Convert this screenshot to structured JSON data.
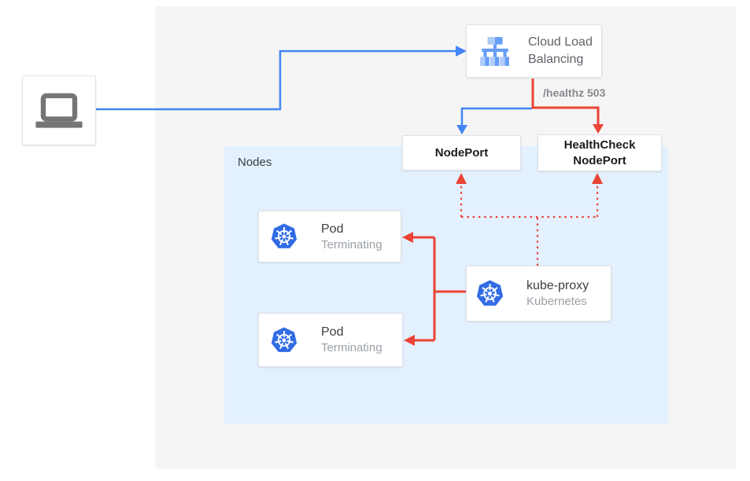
{
  "colors": {
    "traffic_blue": "#4285f4",
    "health_red": "#ea4335",
    "nodes_panel_bg": "#e3f0fd",
    "outer_panel_bg": "#f5f5f5",
    "kubernetes_blue": "#326ce5",
    "box_border": "#dfe1e5"
  },
  "client": {
    "icon": "laptop-icon"
  },
  "cloud_load_balancing": {
    "label_line1": "Cloud Load",
    "label_line2": "Balancing"
  },
  "health_annotation": "/healthz 503",
  "nodes_group": {
    "label": "Nodes"
  },
  "node_port": {
    "label": "NodePort"
  },
  "health_check_node_port": {
    "label_line1": "HealthCheck",
    "label_line2": "NodePort"
  },
  "pods": [
    {
      "title": "Pod",
      "status": "Terminating"
    },
    {
      "title": "Pod",
      "status": "Terminating"
    }
  ],
  "kube_proxy": {
    "title": "kube-proxy",
    "subtitle": "Kubernetes"
  }
}
